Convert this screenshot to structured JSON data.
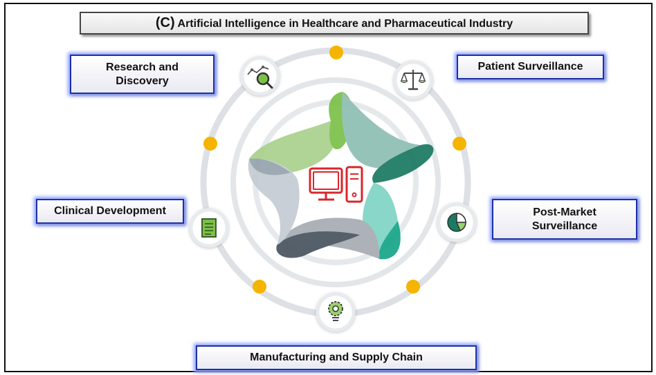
{
  "title": {
    "tag": "(C)",
    "text": "Artificial Intelligence in Healthcare and Pharmaceutical Industry"
  },
  "labels": {
    "research": "Research and Discovery",
    "patient": "Patient Surveillance",
    "clinical": "Clinical Development",
    "postmarket": "Post-Market Surveillance",
    "manufacturing": "Manufacturing and Supply Chain"
  },
  "colors": {
    "label_border": "#1c2fa3",
    "ring": "#dde1e5",
    "dot": "#f5b400",
    "computer": "#d9262b",
    "star_green_light": "#7cc04a",
    "star_teal": "#15a88a",
    "star_dark": "#4a5560"
  },
  "icons": [
    "magnifier-graph-icon",
    "scales-icon",
    "pie-chart-icon",
    "gear-bulb-icon",
    "document-icon",
    "computer-icon"
  ]
}
